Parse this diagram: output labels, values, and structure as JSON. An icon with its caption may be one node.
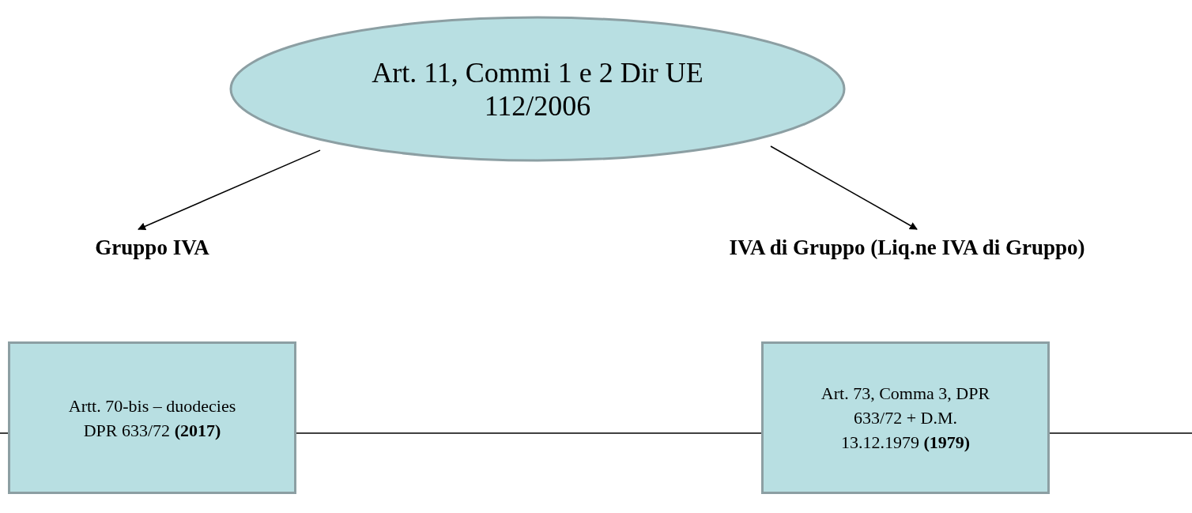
{
  "diagram": {
    "nodes": [
      {
        "text": [
          "Art. 11, Commi 1 e 2 Dir UE 112/2006"
        ]
      },
      {
        "text": [
          "Gruppo IVA",
          "Artt. 70-bis – duodecies DPR 633/72 **(2017)**"
        ]
      },
      {
        "text": [
          "IVA di Gruppo (Liq.ne IVA di Gruppo)",
          "Art. 73, Comma 3, DPR 633/72 + D.M. 13.12.1979 **(1979)**"
        ]
      }
    ],
    "edges": [
      {
        "from": 0,
        "to": 1,
        "arrow": "to"
      },
      {
        "from": 0,
        "to": 2,
        "arrow": "to"
      }
    ]
  }
}
